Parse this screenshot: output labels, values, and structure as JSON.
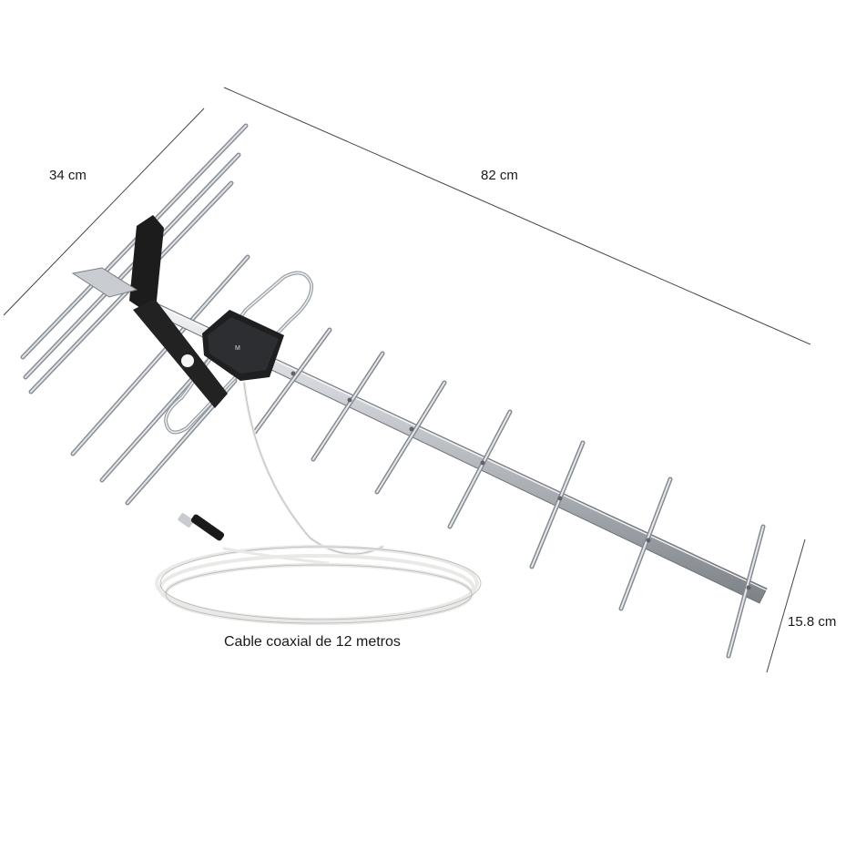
{
  "dimensions": {
    "width_label": "34 cm",
    "length_label": "82 cm",
    "height_label": "15.8 cm"
  },
  "cable": {
    "caption": "Cable coaxial de 12 metros"
  },
  "colors": {
    "background": "#ffffff",
    "metal": "#b8bcc2",
    "bracket": "#1c1c1c",
    "cable": "#ededed"
  }
}
